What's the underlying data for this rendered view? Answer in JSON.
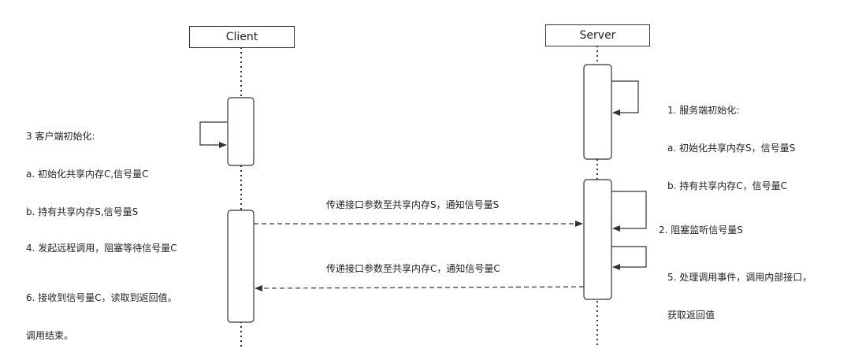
{
  "participants": {
    "client": "Client",
    "server": "Server"
  },
  "notes": {
    "server_init": [
      "1. 服务端初始化:",
      "a. 初始化共享内存S，信号量S",
      "b. 持有共享内存C，信号量C"
    ],
    "client_init": [
      "3 客户端初始化:",
      "a. 初始化共享内存C,信号量C",
      "b. 持有共享内存S,信号量S"
    ],
    "server_block": [
      "2. 阻塞监听信号量S"
    ],
    "client_call": [
      "4. 发起远程调用，阻塞等待信号量C"
    ],
    "server_handle": [
      "5. 处理调用事件，调用内部接口，",
      "获取返回值"
    ],
    "client_receive": [
      "6. 接收到信号量C，读取到返回值。",
      "调用结束。"
    ]
  },
  "messages": {
    "request": "传递接口参数至共享内存S，通知信号量S",
    "response": "传递接口参数至共享内存C，通知信号量C"
  }
}
